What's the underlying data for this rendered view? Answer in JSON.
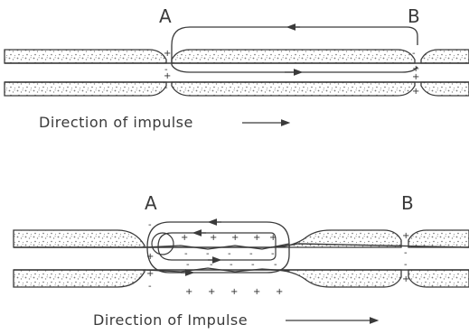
{
  "diagram1": {
    "label_a": "A",
    "label_b": "B",
    "caption": "Direction of impulse"
  },
  "diagram2": {
    "label_a": "A",
    "label_b": "B",
    "caption": "Direction of Impulse"
  },
  "colors": {
    "ink": "#3a3a3a",
    "stipple": "#8a8a8a",
    "background": "#ffffff"
  }
}
